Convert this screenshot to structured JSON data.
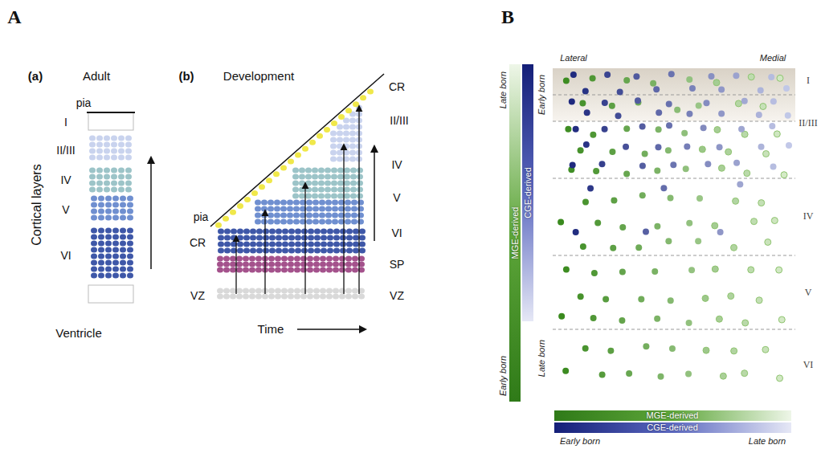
{
  "diagram": {
    "nodes": [
      {
        "text": [
          "MGE-derived"
        ]
      },
      {
        "text": [
          "CGE-derived"
        ]
      },
      {
        "text": [
          "MGE-derived"
        ]
      },
      {
        "text": [
          "CGE-derived"
        ]
      }
    ],
    "labels": [
      "A",
      "B",
      "(a)",
      "Adult",
      "pia",
      "I",
      "II/III",
      "IV",
      "V",
      "VI",
      "Cortical layers",
      "Ventricle",
      "(b)",
      "Development",
      "CR",
      "II/III",
      "IV",
      "V",
      "VI",
      "pia",
      "CR",
      "SP",
      "VZ",
      "VZ",
      "Time",
      "Lateral",
      "Medial",
      "I",
      "II/III",
      "IV",
      "V",
      "VI",
      "Late born",
      "Early born",
      "Early born",
      "Late born",
      "Early born",
      "Late born"
    ]
  }
}
